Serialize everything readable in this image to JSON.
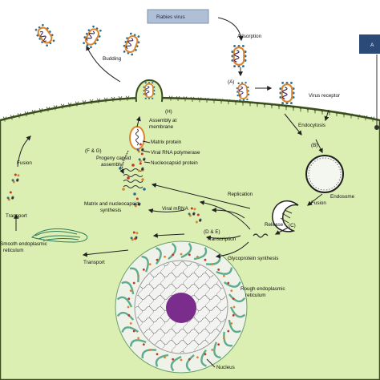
{
  "labels": {
    "rabies_virus": "Rabies virus",
    "adsorption": "Adsorption",
    "step_a": "(A)",
    "virus_receptor": "Virus receptor",
    "budding": "Budding",
    "step_h": "(H)",
    "assembly_line1": "Assembly at",
    "assembly_line2": "membrane",
    "endocytosis": "Endocytosis",
    "step_b": "(B)",
    "endosome": "Endosome",
    "step_fg": "(F & G)",
    "progeny_line1": "Progeny capsid",
    "progeny_line2": "assembly",
    "matrix_protein": "Matrix protein",
    "viral_rna_polymerase": "Viral RNA polymerase",
    "nucleocapsid_protein": "Nucleocapsid protein",
    "fusion_left": "Fusion",
    "fusion_right": "Fusion",
    "matrix_synth_line1": "Matrix and nucleocapsid",
    "matrix_synth_line2": "synthesis",
    "replication": "Replication",
    "viral_mrna": "Viral mRNA",
    "release": "Release",
    "step_c": "(C)",
    "step_de": "(D & E)",
    "transcription": "Transcription",
    "transport_left": "Transport",
    "transport_bottom": "Transport",
    "smooth_er_line1": "Smooth endoplasmic",
    "smooth_er_line2": "reticulum",
    "glycoprotein_synthesis": "Glycoprotein synthesis",
    "rough_er_line1": "Rough endoplasmic",
    "rough_er_line2": "reticulum",
    "nucleus": "Nucleus",
    "edge_box_letter": "A"
  },
  "colors": {
    "cytoplasm": "#dcefb3",
    "membrane": "#3b4e1e",
    "label_box": "#aebfd6",
    "nucleus_core": "#7b2d8e",
    "virus_orange": "#d9862e",
    "virus_dot": "#2e6e8e",
    "er_green": "#4fa383"
  }
}
